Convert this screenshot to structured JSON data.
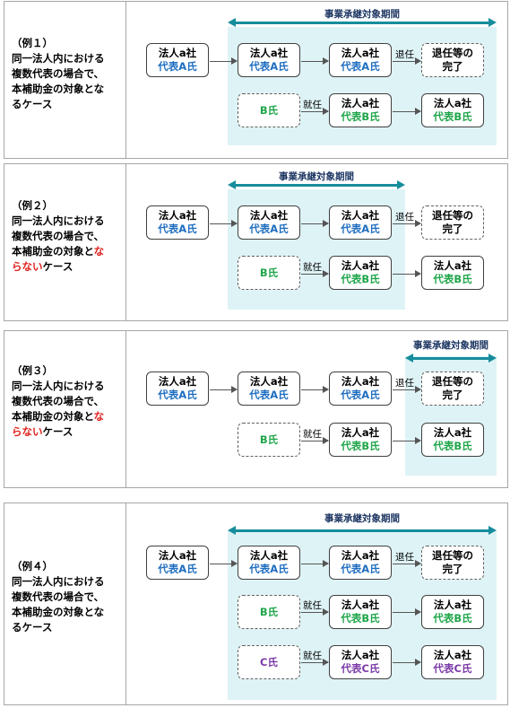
{
  "period_label": "事業承継対象期間",
  "nodes": {
    "corp": "法人a社",
    "rep_a": "代表A氏",
    "rep_b": "代表B氏",
    "rep_c": "代表C氏",
    "b_person": "B氏",
    "c_person": "C氏",
    "retire_line1": "退任等の",
    "retire_line2": "完了"
  },
  "transitions": {
    "retire": "退任",
    "appoint": "就任"
  },
  "cases": [
    {
      "label_lines": [
        "（例１）",
        "同一法人内における",
        "複数代表の場合で、",
        "本補助金の対象とな",
        "るケース"
      ]
    },
    {
      "label_lines": [
        "（例２）",
        "同一法人内における",
        "複数代表の場合で、",
        "本補助金の対象と",
        "な",
        "らない",
        "ケース"
      ]
    },
    {
      "label_lines": [
        "（例３）",
        "同一法人内における",
        "複数代表の場合で、",
        "本補助金の対象と",
        "な",
        "らない",
        "ケース"
      ]
    },
    {
      "label_lines": [
        "（例４）",
        "同一法人内における",
        "複数代表の場合で、",
        "本補助金の対象とな",
        "るケース"
      ]
    }
  ],
  "colors": {
    "period_bg": "#def3f6",
    "period_arrow": "#168d9c",
    "rep_a": "#1f6ec0",
    "rep_b": "#1fa64a",
    "rep_c": "#7b3aa8",
    "negative": "#e0201c"
  }
}
